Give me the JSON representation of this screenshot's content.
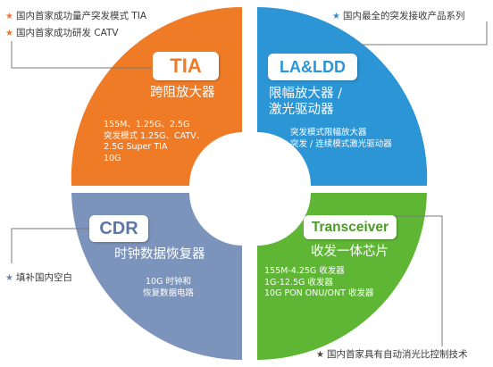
{
  "colors": {
    "tia": "#ef7b27",
    "lald": "#2c95d6",
    "cdr": "#7c93bb",
    "transceiver": "#5fb635",
    "connector": "#7a7a7a"
  },
  "notes": {
    "tl_1": "国内首家成功量产突发模式 TIA",
    "tl_2": "国内首家成功研发 CATV",
    "tr_1": "国内最全的突发接收产品系列",
    "ml_1": "填补国内空白",
    "br_1": "国内首家具有自动消光比控制技术"
  },
  "icons": {
    "tl_1": "star-icon",
    "tl_2": "star-icon",
    "tr_1": "star-icon",
    "ml_1": "star-icon",
    "br_1": "star-icon"
  },
  "quadrants": {
    "tia": {
      "badge": "TIA",
      "title": "跨阻放大器",
      "lines": [
        "155M、1.25G、2.5G",
        "突发模式 1.25G、CATV、",
        "2.5G Super TIA",
        "10G"
      ]
    },
    "lald": {
      "badge": "LA&LDD",
      "title_1": "限幅放大器 /",
      "title_2": "激光驱动器",
      "lines": [
        "突发模式限幅放大器",
        "突发 / 连续模式激光驱动器"
      ]
    },
    "cdr": {
      "badge": "CDR",
      "title": "时钟数据恢复器",
      "lines": [
        "10G 时钟和",
        "恢复数据电路"
      ]
    },
    "transceiver": {
      "badge": "Transceiver",
      "title": "收发一体芯片",
      "lines": [
        "155M-4.25G 收发器",
        "1G-12.5G 收发器",
        "10G PON ONU/ONT 收发器"
      ]
    }
  }
}
